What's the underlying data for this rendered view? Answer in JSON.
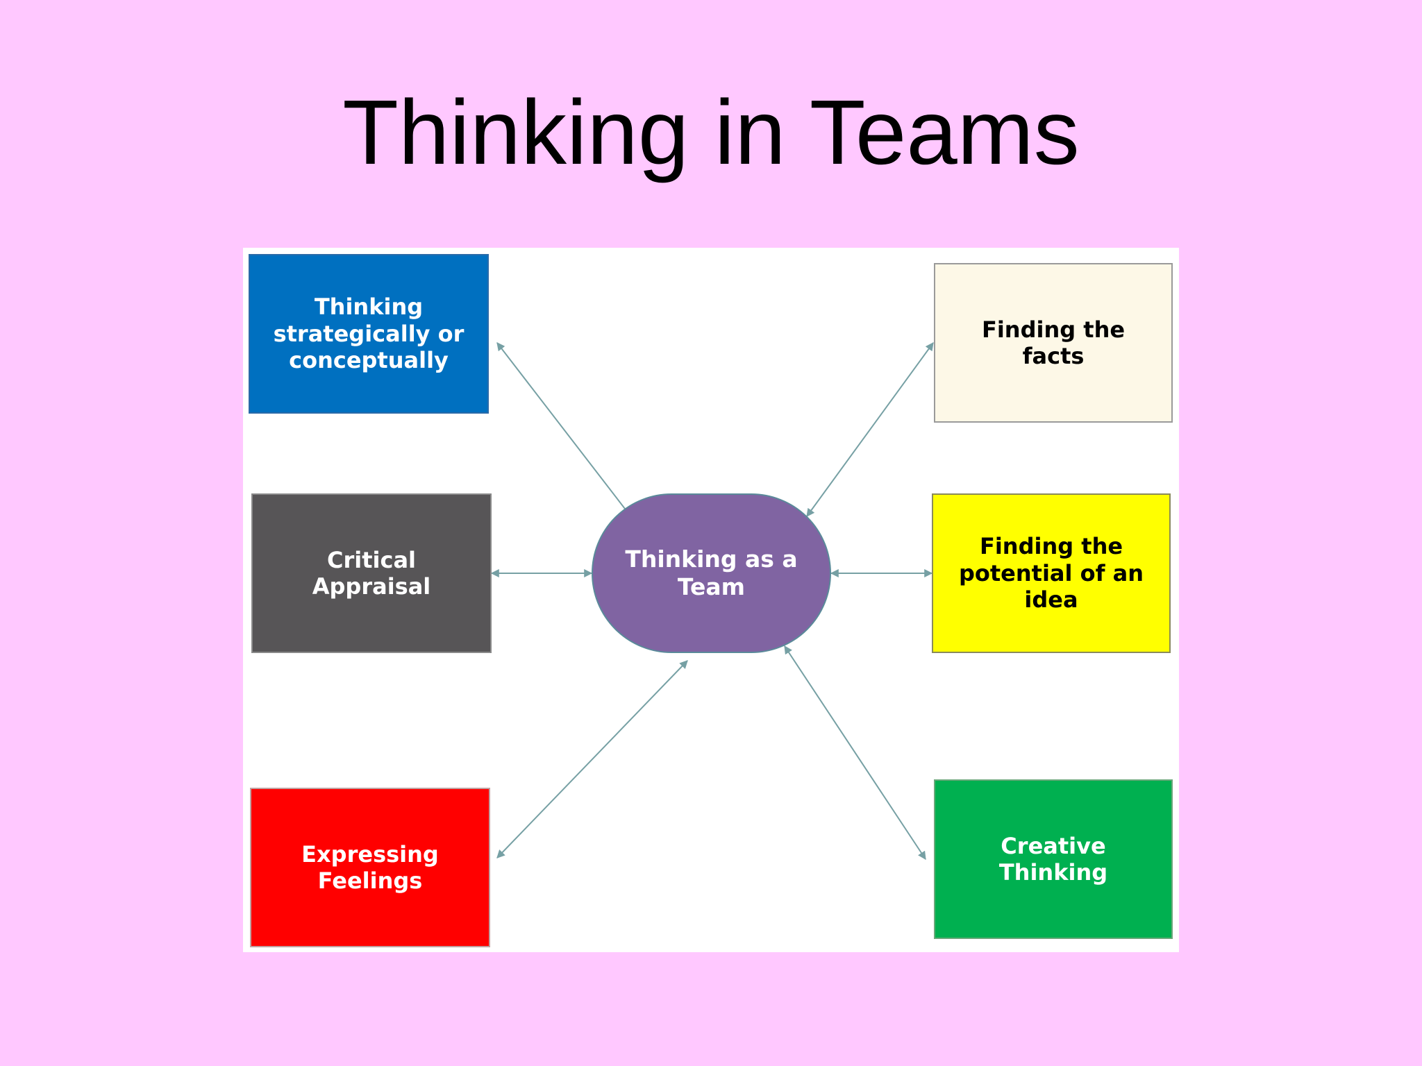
{
  "slide": {
    "title": "Thinking in Teams"
  },
  "diagram": {
    "center": {
      "label": "Thinking as a Team",
      "color": "#8064a2",
      "text_color": "#ffffff"
    },
    "nodes": {
      "strategic": {
        "label": "Thinking strategically or conceptually",
        "color": "#0070c0",
        "text_color": "#ffffff"
      },
      "critical": {
        "label": "Critical Appraisal",
        "color": "#575557",
        "text_color": "#ffffff"
      },
      "feelings": {
        "label": "Expressing Feelings",
        "color": "#ff0000",
        "text_color": "#ffffff"
      },
      "facts": {
        "label": "Finding the facts",
        "color": "#fdf8e7",
        "text_color": "#000000"
      },
      "potential": {
        "label": "Finding the potential of an idea",
        "color": "#ffff00",
        "text_color": "#000000"
      },
      "creative": {
        "label": "Creative Thinking",
        "color": "#00b050",
        "text_color": "#ffffff"
      }
    },
    "connector_color": "#76a0a4"
  },
  "colors": {
    "background": "#ffc8ff",
    "panel": "#ffffff"
  }
}
